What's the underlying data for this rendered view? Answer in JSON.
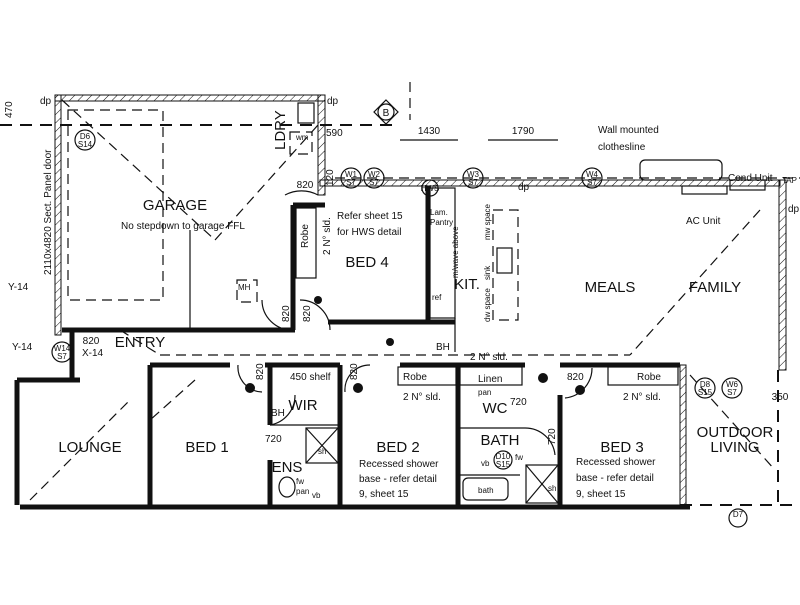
{
  "plan": {
    "rooms": {
      "garage": "GARAGE",
      "garage_note": "No stepdown to garage FFL",
      "garage_door": "2110x4820 Sect. Panel door",
      "laundry": "LDRY",
      "bed4": "BED 4",
      "kitchen": "KIT.",
      "meals": "MEALS",
      "family": "FAMILY",
      "entry": "ENTRY",
      "lounge": "LOUNGE",
      "bed1": "BED 1",
      "wir": "WIR",
      "ens": "ENS",
      "bed2": "BED 2",
      "wc": "WC",
      "bath": "BATH",
      "bed3": "BED 3",
      "outdoor_line1": "OUTDOOR",
      "outdoor_line2": "LIVING"
    },
    "dimensions": {
      "d470": "470",
      "d590": "590",
      "d1430": "1430",
      "d1790": "1790",
      "d350": "350",
      "d120": "120",
      "door820": "820",
      "door720": "720"
    },
    "notes": {
      "dp": "dp",
      "section_b": "B",
      "clothesline_1": "Wall mounted",
      "clothesline_2": "clothesline",
      "cond_unit": "Cond Unit",
      "tap": "TAP",
      "ac_unit": "AC Unit",
      "hws": "HWS",
      "hws_note_1": "Refer sheet 15",
      "hws_note_2": "for HWS detail",
      "wm": "wm",
      "robe": "Robe",
      "sliding": "2 N° sld.",
      "mh": "MH",
      "pantry_1": "Lam.",
      "pantry_2": "Pantry",
      "mwave": "m/wave above",
      "mw_space": "mw space",
      "sink": "sink",
      "dw_space": "dw space",
      "ref": "ref",
      "bh": "BH",
      "y14": "Y-14",
      "x14": "X-14",
      "shelf": "450 shelf",
      "sh": "sh",
      "fw": "fw",
      "pan": "pan",
      "vb": "vb",
      "bath_fixture": "bath",
      "linen": "Linen",
      "shower_note_1": "Recessed shower",
      "shower_note_2": "base - refer detail",
      "shower_note_3": "9, sheet 15"
    },
    "tags": {
      "d6": {
        "top": "D6",
        "bottom": "S14"
      },
      "w1": {
        "top": "W1",
        "bottom": "S7"
      },
      "w2": {
        "top": "W2",
        "bottom": "S7"
      },
      "w3": {
        "top": "W3",
        "bottom": "S7"
      },
      "w4": {
        "top": "W4",
        "bottom": "S7"
      },
      "w14": {
        "top": "W14",
        "bottom": "S7"
      },
      "d10": {
        "top": "D10",
        "bottom": "S15"
      },
      "d8": {
        "top": "D8",
        "bottom": "S15"
      },
      "w6": {
        "top": "W6",
        "bottom": "S7"
      },
      "d7": {
        "top": "D7"
      }
    }
  }
}
